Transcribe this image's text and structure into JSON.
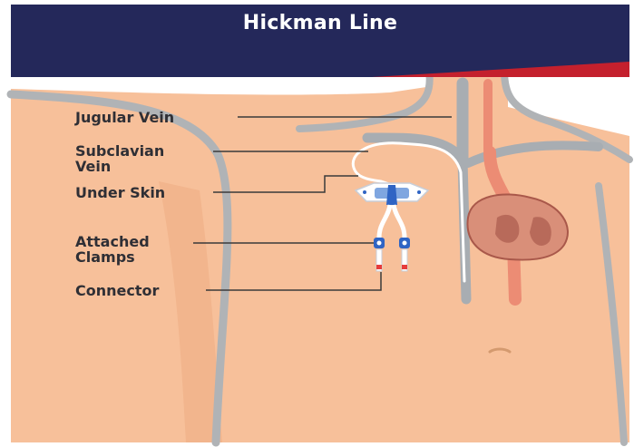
{
  "title": "Hickman Line",
  "labels": {
    "jugular": "Jugular Vein",
    "subclavian_line1": "Subclavian",
    "subclavian_line2": "Vein",
    "under_skin": "Under Skin",
    "clamps_line1": "Attached",
    "clamps_line2": "Clamps",
    "connector": "Connector"
  },
  "colors": {
    "banner": "#24285a",
    "banner_accent": "#c4202d",
    "skin": "#f7c09a",
    "body_outline": "#b0b3b6",
    "vein": "#a8adb2",
    "artery": "#ec8c74",
    "heart": "#d98f79",
    "device": "#2f64c4",
    "leader_line": "#3a3a3a"
  }
}
